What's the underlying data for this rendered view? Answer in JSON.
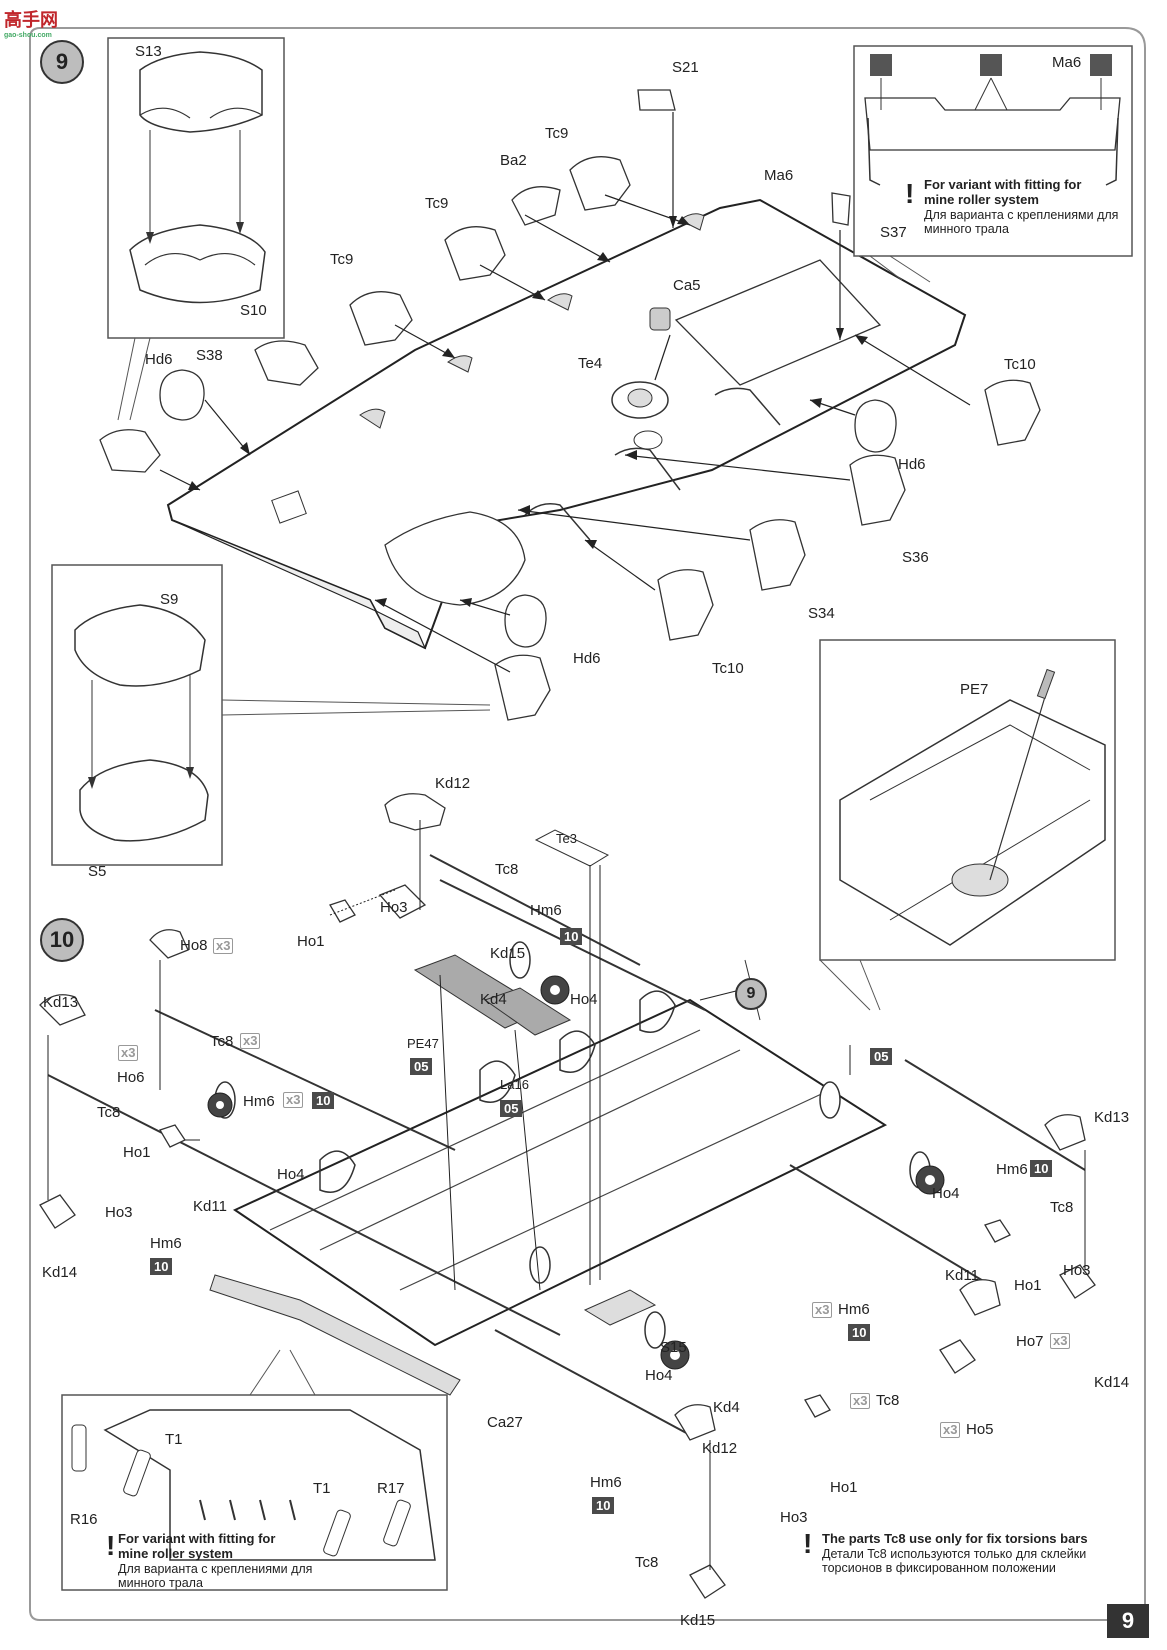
{
  "watermark": {
    "main": "高手网",
    "sub": "gao-shou.com"
  },
  "page_number": "9",
  "step9": {
    "number": "9",
    "labels": [
      "S13",
      "S10",
      "S21",
      "Tc9",
      "Ba2",
      "Tc9",
      "Tc9",
      "Ma6",
      "S37",
      "S38",
      "Hd6",
      "Ca5",
      "Te4",
      "Tc10",
      "Hd6",
      "S36",
      "S34",
      "Tc10",
      "Hd6",
      "S9",
      "S5"
    ],
    "inset_note": {
      "label": "Ma6",
      "en": "For variant  with fitting for mine roller system",
      "ru": "Для варианта  с  креплениями для минного трала"
    }
  },
  "step10": {
    "number": "10",
    "ref_circle": "9",
    "labels": [
      "Kd12",
      "Te3",
      "Tc8",
      "Ho3",
      "Hm6",
      "Ho1",
      "Kd15",
      "Ho8",
      "Kd4",
      "Ho4",
      "Kd13",
      "Tc8",
      "PE47",
      "La16",
      "Ho6",
      "Tc8",
      "Hm6",
      "Ho1",
      "Ho4",
      "Kd11",
      "Ho3",
      "Kd14",
      "Hm6",
      "Kd13",
      "Hm6",
      "Tc8",
      "Ho4",
      "Kd11",
      "Ho3",
      "Ho1",
      "Ho7",
      "Hm6",
      "Kd14",
      "Tc8",
      "Ho5",
      "S15",
      "Ho4",
      "Kd4",
      "Ca27",
      "Kd12",
      "Hm6",
      "Ho1",
      "Ho3",
      "Tc8",
      "Kd15",
      "PE7",
      "T1",
      "T1",
      "R16",
      "R17"
    ],
    "tags": [
      "10",
      "05",
      "05",
      "05",
      "10",
      "10",
      "10",
      "10",
      "10"
    ],
    "x3": "3",
    "inset_note": {
      "en": "For variant  with fitting for mine roller system",
      "ru": "Для варианта  с  креплениями для минного трала"
    },
    "tc8_note": {
      "en": "The parts Tc8 use only for fix torsions bars",
      "ru": "Детали Tc8 используются только для склейки торсионов в фиксированном положении"
    }
  }
}
